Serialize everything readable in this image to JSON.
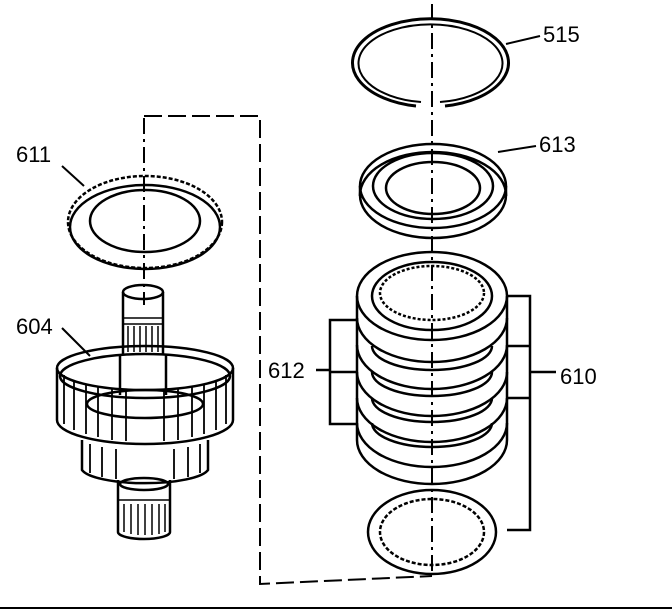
{
  "labels": {
    "ring_515": "515",
    "plate_613": "613",
    "plate_611": "611",
    "shaft_604": "604",
    "discs_612": "612",
    "plates_610": "610"
  },
  "colors": {
    "ink": "#000000",
    "background": "#ffffff"
  }
}
